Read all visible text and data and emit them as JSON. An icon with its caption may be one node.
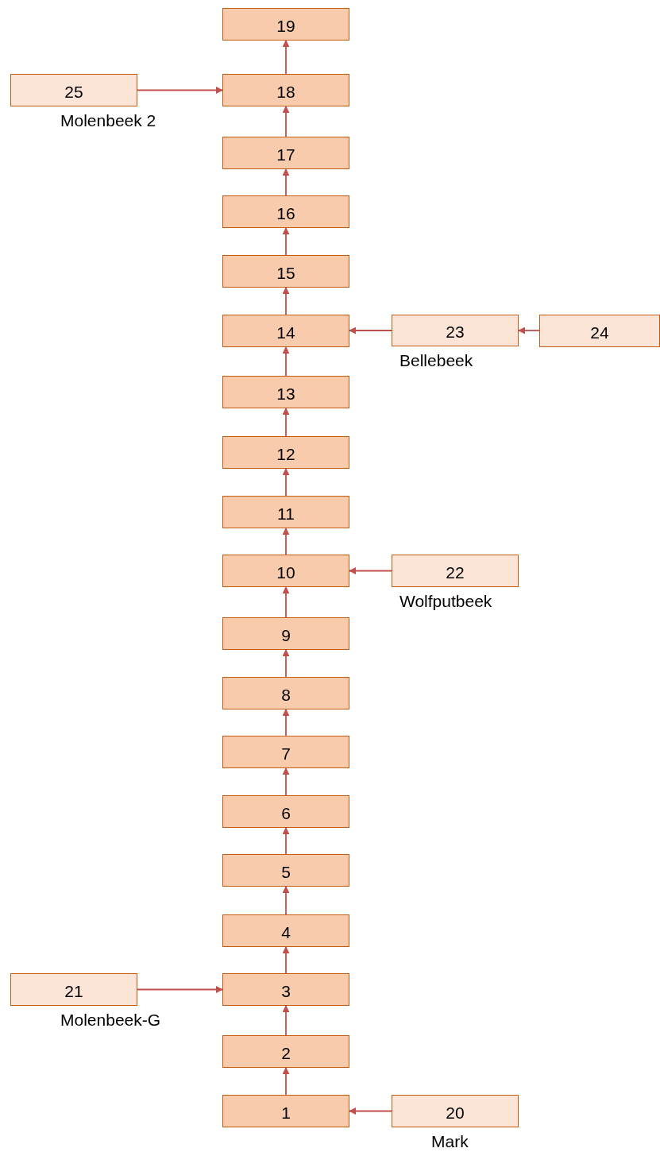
{
  "diagram": {
    "nodes": [
      {
        "text": [
          "1"
        ]
      },
      {
        "text": [
          "2"
        ]
      },
      {
        "text": [
          "3"
        ]
      },
      {
        "text": [
          "4"
        ]
      },
      {
        "text": [
          "5"
        ]
      },
      {
        "text": [
          "6"
        ]
      },
      {
        "text": [
          "7"
        ]
      },
      {
        "text": [
          "8"
        ]
      },
      {
        "text": [
          "9"
        ]
      },
      {
        "text": [
          "10"
        ]
      },
      {
        "text": [
          "11"
        ]
      },
      {
        "text": [
          "12"
        ]
      },
      {
        "text": [
          "13"
        ]
      },
      {
        "text": [
          "14"
        ]
      },
      {
        "text": [
          "15"
        ]
      },
      {
        "text": [
          "16"
        ]
      },
      {
        "text": [
          "17"
        ]
      },
      {
        "text": [
          "18"
        ]
      },
      {
        "text": [
          "19"
        ]
      },
      {
        "text": [
          "20"
        ],
        "beside": [
          "Mark"
        ]
      },
      {
        "text": [
          "21"
        ],
        "beside": [
          "Molenbeek-G"
        ]
      },
      {
        "text": [
          "22"
        ],
        "beside": [
          "Wolfputbeek"
        ]
      },
      {
        "text": [
          "23"
        ],
        "beside": [
          "Bellebeek"
        ]
      },
      {
        "text": [
          "24"
        ]
      },
      {
        "text": [
          "25"
        ],
        "beside": [
          "Molenbeek 2"
        ]
      }
    ],
    "edges": [
      {
        "from": 0,
        "to": 1,
        "arrow": "to"
      },
      {
        "from": 1,
        "to": 2,
        "arrow": "to"
      },
      {
        "from": 2,
        "to": 3,
        "arrow": "to"
      },
      {
        "from": 3,
        "to": 4,
        "arrow": "to"
      },
      {
        "from": 4,
        "to": 5,
        "arrow": "to"
      },
      {
        "from": 5,
        "to": 6,
        "arrow": "to"
      },
      {
        "from": 6,
        "to": 7,
        "arrow": "to"
      },
      {
        "from": 7,
        "to": 8,
        "arrow": "to"
      },
      {
        "from": 8,
        "to": 9,
        "arrow": "to"
      },
      {
        "from": 9,
        "to": 10,
        "arrow": "to"
      },
      {
        "from": 10,
        "to": 11,
        "arrow": "to"
      },
      {
        "from": 11,
        "to": 12,
        "arrow": "to"
      },
      {
        "from": 12,
        "to": 13,
        "arrow": "to"
      },
      {
        "from": 13,
        "to": 14,
        "arrow": "to"
      },
      {
        "from": 14,
        "to": 15,
        "arrow": "to"
      },
      {
        "from": 15,
        "to": 16,
        "arrow": "to"
      },
      {
        "from": 16,
        "to": 17,
        "arrow": "to"
      },
      {
        "from": 17,
        "to": 18,
        "arrow": "to"
      },
      {
        "from": 19,
        "to": 0,
        "arrow": "to"
      },
      {
        "from": 20,
        "to": 2,
        "arrow": "to"
      },
      {
        "from": 21,
        "to": 9,
        "arrow": "to"
      },
      {
        "from": 22,
        "to": 13,
        "arrow": "to"
      },
      {
        "from": 23,
        "to": 22,
        "arrow": "to"
      },
      {
        "from": 24,
        "to": 17,
        "arrow": "to"
      }
    ]
  }
}
